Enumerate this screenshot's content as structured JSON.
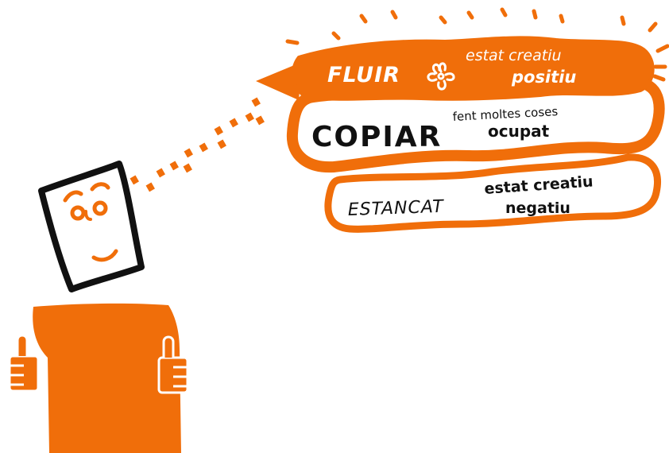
{
  "colors": {
    "accent": "#f06e0a",
    "ink": "#111111",
    "background": "#ffffff",
    "on_accent": "#ffffff"
  },
  "levels": {
    "top": {
      "title": "FLUIR",
      "subtitle_line1": "estat creatiu",
      "subtitle_line2": "positiu",
      "icon": "flower-icon"
    },
    "middle": {
      "title": "COPIAR",
      "subtitle_line1": "fent moltes coses",
      "subtitle_line2": "ocupat"
    },
    "bottom": {
      "title": "ESTANCAT",
      "subtitle_line1": "estat creatiu",
      "subtitle_line2": "negatiu"
    }
  },
  "figure": {
    "head_icon": "smiling-face-icon",
    "gesture_icon": "thumbs-up-icon"
  }
}
